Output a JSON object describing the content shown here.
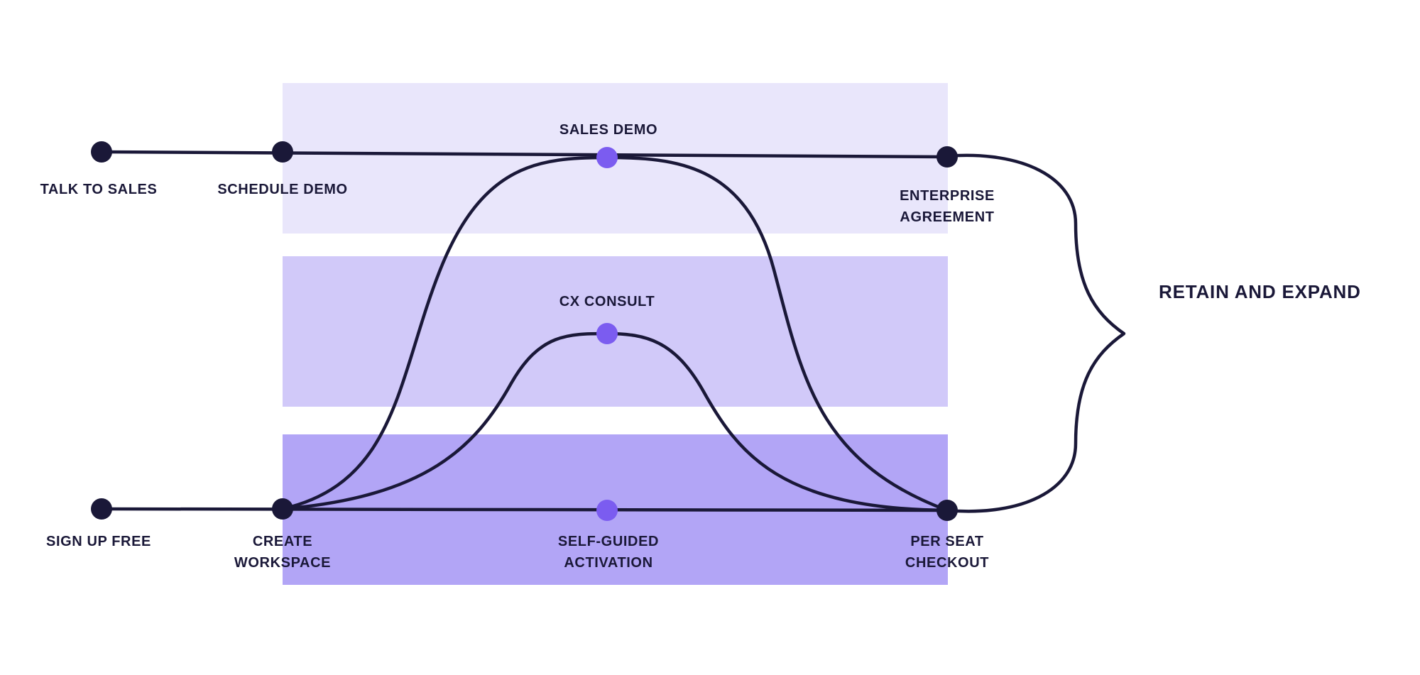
{
  "colors": {
    "band_sales": "#e9e6fb",
    "band_consult": "#d1c9f9",
    "band_self": "#b2a5f6",
    "line": "#1a1838",
    "node_dark": "#1a1838",
    "node_accent": "#7b5cf0"
  },
  "labels": {
    "talk_to_sales": "TALK TO SALES",
    "schedule_demo": "SCHEDULE DEMO",
    "sales_demo": "SALES DEMO",
    "enterprise_1": "ENTERPRISE",
    "enterprise_2": "AGREEMENT",
    "cx_consult": "CX CONSULT",
    "sign_up_free": "SIGN UP FREE",
    "create_1": "CREATE",
    "create_2": "WORKSPACE",
    "self_1": "SELF-GUIDED",
    "self_2": "ACTIVATION",
    "per_seat_1": "PER SEAT",
    "per_seat_2": "CHECKOUT",
    "retain": "RETAIN AND EXPAND"
  }
}
